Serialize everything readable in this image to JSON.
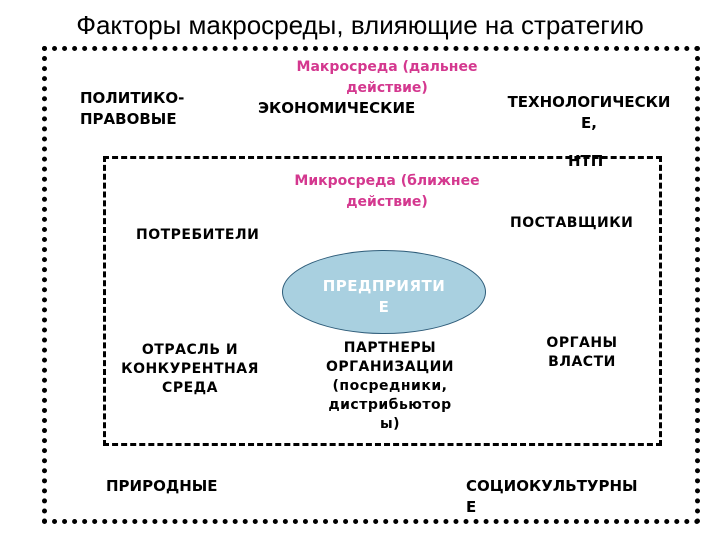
{
  "title": "Факторы макросреды, влияющие на стратегию",
  "macro": {
    "header": "Макросреда (дальнее\nдействие)",
    "political": "ПОЛИТИКО-\nПРАВОВЫЕ",
    "economic": "ЭКОНОМИЧЕСКИЕ",
    "technological": "ТЕХНОЛОГИЧЕСКИ\nЕ,",
    "ntp": "НТП",
    "natural": "ПРИРОДНЫЕ",
    "sociocultural": "СОЦИОКУЛЬТУРНЫ\nЕ"
  },
  "micro": {
    "header": "Микросреда (ближнее\nдействие)",
    "consumers": "ПОТРЕБИТЕЛИ",
    "suppliers": "ПОСТАВЩИКИ",
    "industry": "ОТРАСЛЬ И\nКОНКУРЕНТНАЯ\nСРЕДА",
    "partners": "ПАРТНЕРЫ\nОРГАНИЗАЦИИ\n(посредники,\nдистрибьютор\nы)",
    "authorities": "ОРГАНЫ\nВЛАСТИ"
  },
  "center": {
    "enterprise": "ПРЕДПРИЯТИ\nЕ"
  },
  "colors": {
    "header_pink": "#d4388f",
    "ellipse_fill": "#a9d0e0"
  }
}
